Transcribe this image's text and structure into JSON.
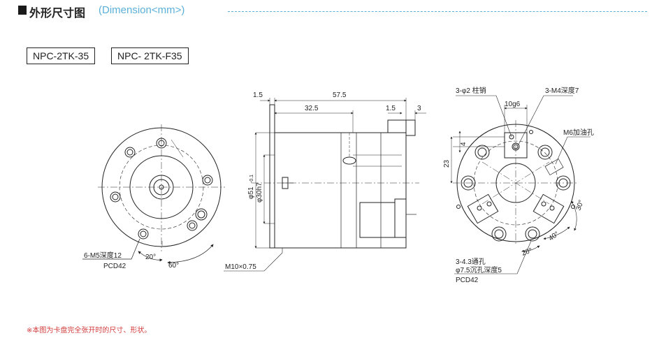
{
  "header": {
    "title": "外形尺寸图",
    "subtitle": "(Dimension<mm>)"
  },
  "models": [
    "NPC-2TK-35",
    "NPC- 2TK-F35"
  ],
  "front_view": {
    "holes_label": "6-M5深度12",
    "pcd_label": "PCD42",
    "angle_20": "20°",
    "angle_60": "60°"
  },
  "side_view": {
    "dim_top_1_5": "1.5",
    "dim_57_5": "57.5",
    "dim_32_5": "32.5",
    "dim_1_5_right": "1.5",
    "dim_3": "3",
    "dia_51": "φ51",
    "dia_51_tol": "-0.1",
    "dia_30": "φ30h7",
    "thread_label": "M10×0.75"
  },
  "rear_view": {
    "pin_label": "3-φ2 柱销",
    "m4_label": "3-M4深度7",
    "fit_label": "10g6",
    "oil_label": "M6加油孔",
    "dim_4": "4",
    "dim_23": "23",
    "angle_30": "30°",
    "angle_40": "40°",
    "angle_20": "20°",
    "hole_label_1": "3-4.3通孔",
    "hole_label_2": "φ7.5沉孔深度5",
    "pcd_label": "PCD42"
  },
  "footnote": "※本图为卡盘完全张开时的尺寸、形状。",
  "colors": {
    "accent": "#5bb0d8",
    "line": "#222222",
    "note": "#d23c3c"
  }
}
